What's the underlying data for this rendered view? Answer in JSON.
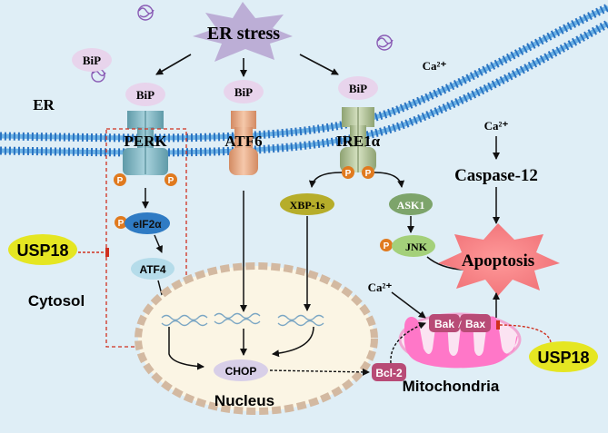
{
  "labels": {
    "er_stress": "ER stress",
    "er": "ER",
    "cytosol": "Cytosol",
    "nucleus": "Nucleus",
    "mitochondria": "Mitochondria",
    "bip": "BiP",
    "ca": "Ca²⁺",
    "perk": "PERK",
    "atf6": "ATF6",
    "ire1a": "IRE1α",
    "p": "P",
    "eif2a": "eIF2α",
    "atf4": "ATF4",
    "xbp1s": "XBP-1s",
    "ask1": "ASK1",
    "jnk": "JNK",
    "caspase12": "Caspase-12",
    "apoptosis": "Apoptosis",
    "chop": "CHOP",
    "bcl2": "Bcl-2",
    "bak": "Bak",
    "bax": "Bax",
    "usp18": "USP18"
  },
  "colors": {
    "background": "#dfeef6",
    "nucleus_fill": "#fbf5e4",
    "nucleus_border": "#d3b9a1",
    "mito_fill": "#ff77c8",
    "usp18_fill": "#e5e622",
    "phospho": "#e07a1f",
    "inhibition": "#d0301f"
  }
}
